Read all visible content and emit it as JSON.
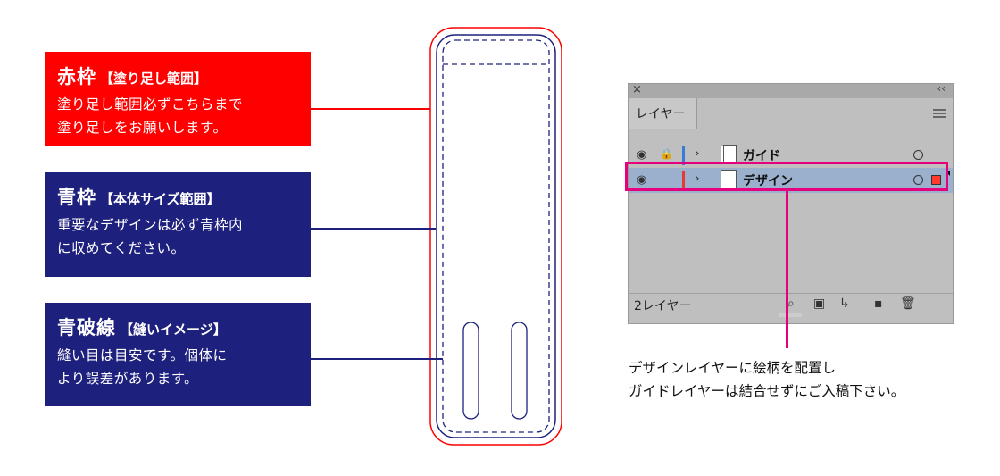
{
  "callouts": {
    "red": {
      "title": "赤枠",
      "subtitle": "【塗り足し範囲】",
      "line1": "塗り足し範囲必ずこちらまで",
      "line2": "塗り足しをお願いします。",
      "color": "#ff0000"
    },
    "blue": {
      "title": "青枠",
      "subtitle": "【本体サイズ範囲】",
      "line1": "重要なデザインは必ず青枠内",
      "line2": "に収めてください。",
      "color": "#1e207e"
    },
    "dashed": {
      "title": "青破線",
      "subtitle": "【縫いイメージ】",
      "line1": "縫い目は目安です。個体に",
      "line2": "より誤差があります。",
      "color": "#1e207e"
    }
  },
  "panel": {
    "close_glyph": "×",
    "collapse_glyph": "‹‹",
    "tab_label": "レイヤー",
    "layers": [
      {
        "name": "ガイド",
        "color": "#3a7bd5",
        "locked": true,
        "selected": false
      },
      {
        "name": "デザイン",
        "color": "#e53935",
        "locked": false,
        "selected": true
      }
    ],
    "layer_count": "2レイヤー",
    "footer_icons": [
      "search-icon",
      "clipping-mask-icon",
      "new-sublayer-icon",
      "new-layer-icon",
      "trash-icon"
    ]
  },
  "caption": {
    "line1": "デザインレイヤーに絵柄を配置し",
    "line2": "ガイドレイヤーは結合せずにご入稿下さい。"
  },
  "colors": {
    "highlight": "#e6007e",
    "bleed": "#ff0000",
    "body": "#1e207e"
  }
}
